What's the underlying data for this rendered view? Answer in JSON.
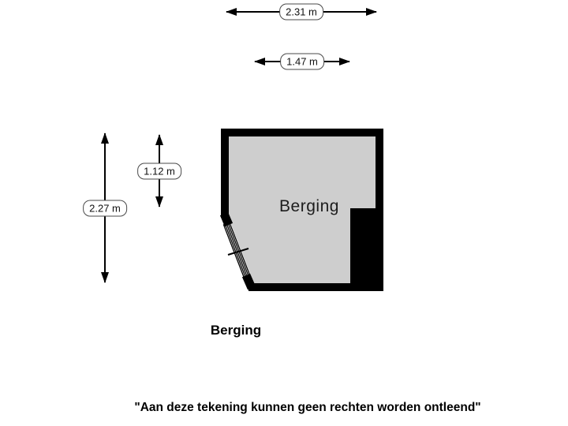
{
  "colors": {
    "background": "#ffffff",
    "wall": "#000000",
    "floor": "#cecece",
    "door_band": "#ffffff"
  },
  "dimensions": {
    "top_outer": {
      "label": "2.31 m"
    },
    "top_inner": {
      "label": "1.47 m"
    },
    "left_outer": {
      "label": "2.27 m"
    },
    "left_inner": {
      "label": "1.12 m"
    }
  },
  "room": {
    "label": "Berging"
  },
  "caption": "Berging",
  "disclaimer": "\"Aan deze tekening kunnen geen rechten worden ontleend\""
}
